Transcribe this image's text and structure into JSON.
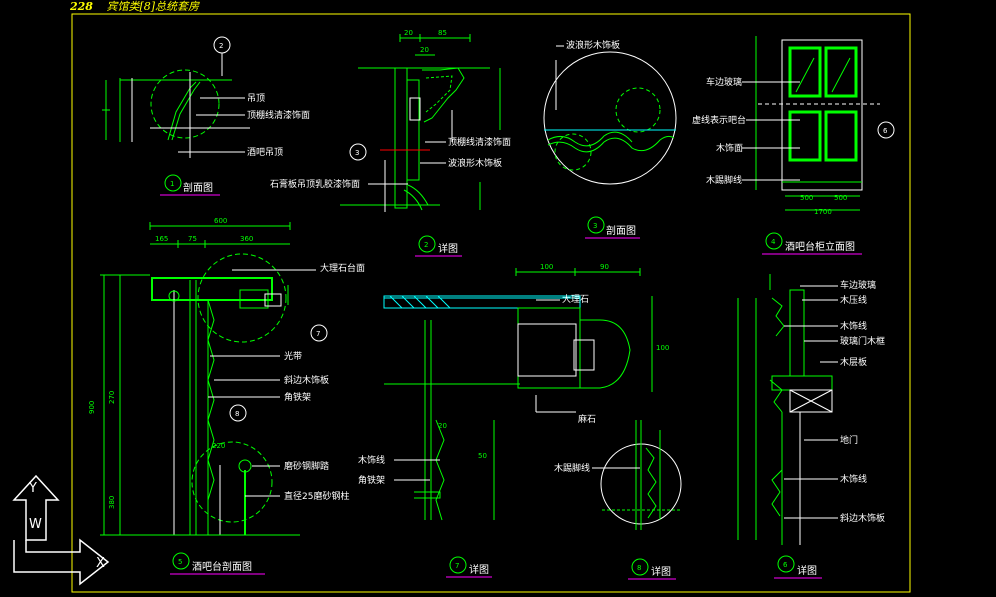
{
  "header": {
    "page_number": "228",
    "title": "宾馆类[8]总统套房"
  },
  "colors": {
    "background": "#000000",
    "frame": "#ffff00",
    "drawing": "#00ff00",
    "annotation": "#ffffff",
    "hatch": "#00ffff",
    "dim": "#00ff00",
    "title_underline": "#ff00ff",
    "accent": "#ff0000"
  },
  "detail1": {
    "bubble": "1",
    "caption": "剖面图",
    "section_tag": "2",
    "labels": [
      "吊顶",
      "顶棚线清漆饰面",
      "酒吧吊顶"
    ]
  },
  "detail2": {
    "bubble": "2",
    "caption": "详图",
    "section_tag": "3",
    "labels": [
      "顶棚线清漆饰面",
      "波浪形木饰板",
      "石膏板吊顶乳胶漆饰面"
    ],
    "dims": [
      "20",
      "85",
      "20"
    ]
  },
  "detail3": {
    "bubble": "3",
    "caption": "剖面图",
    "label": "波浪形木饰板"
  },
  "detail4": {
    "bubble": "4",
    "caption": "酒吧台柜立面图",
    "section_tag": "6",
    "labels": [
      "车边玻璃",
      "虚线表示吧台",
      "木饰面",
      "木踢脚线"
    ],
    "dims": [
      "500",
      "500",
      "1700"
    ]
  },
  "detail5": {
    "bubble": "5",
    "caption": "酒吧台剖面图",
    "section_tags": [
      "7",
      "8"
    ],
    "labels": [
      "大理石台面",
      "光带",
      "斜边木饰板",
      "角铁架",
      "磨砂钢脚踏",
      "直径25磨砂钢柱"
    ],
    "dims": [
      "600",
      "165",
      "75",
      "360",
      "220",
      "900",
      "270",
      "380"
    ]
  },
  "detail7": {
    "bubble": "7",
    "caption": "详图",
    "labels": [
      "大理石",
      "麻石",
      "木饰线",
      "角铁架"
    ],
    "dims": [
      "100",
      "90",
      "20",
      "50",
      "100"
    ]
  },
  "detail8": {
    "bubble": "8",
    "caption": "详图",
    "label": "木踢脚线"
  },
  "detail9": {
    "bubble": "6",
    "caption": "详图",
    "labels": [
      "车边玻璃",
      "木压线",
      "木饰线",
      "玻璃门木框",
      "木层板",
      "地门",
      "木饰线",
      "斜边木饰板"
    ]
  },
  "ucs": {
    "y": "Y",
    "w": "W",
    "x": "X"
  }
}
